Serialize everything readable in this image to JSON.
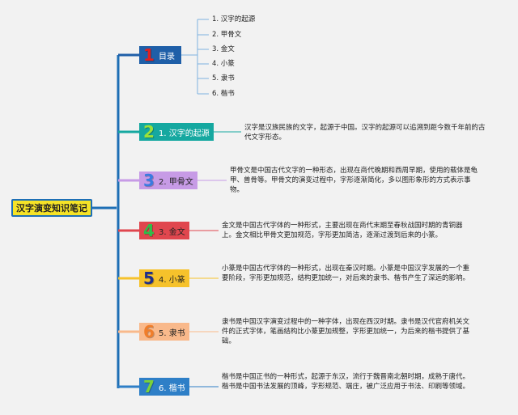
{
  "root": {
    "label": "汉字演变知识笔记"
  },
  "branches": [
    {
      "num": "1",
      "label": "目录",
      "color": "#1f5fa8",
      "num_color": "#e02020",
      "items": [
        "1. 汉字的起源",
        "2. 甲骨文",
        "3. 金文",
        "4. 小篆",
        "5. 隶书",
        "6. 楷书"
      ]
    },
    {
      "num": "2",
      "label": "1. 汉字的起源",
      "color": "#15a8a0",
      "num_color": "#9be13a",
      "desc": "汉字是汉族民族的文字，起源于中国。汉字的起源可以追溯到距今数千年前的古代文字形态。"
    },
    {
      "num": "3",
      "label": "2. 甲骨文",
      "color": "#c79be6",
      "num_color": "#3a7be0",
      "desc": "甲骨文是中国古代文字的一种形态，出现在商代晚期和西周早期，使用的载体是龟甲、兽骨等。甲骨文的演变过程中，字形逐渐简化，多以图形象形的方式表示事物。"
    },
    {
      "num": "4",
      "label": "3. 金文",
      "color": "#e0464e",
      "num_color": "#2fbe4a",
      "desc": "金文是中国古代字体的一种形式，主要出现在商代末期至春秋战国时期的青铜器上。金文相比甲骨文更加规范，字形更加简洁，逐渐过渡到后来的小篆。"
    },
    {
      "num": "5",
      "label": "4. 小篆",
      "color": "#f6c22b",
      "num_color": "#1e2f8a",
      "desc": "小篆是中国古代字体的一种形式，出现在秦汉时期。小篆是中国汉字发展的一个重要阶段，字形更加规范，结构更加统一，对后来的隶书、楷书产生了深远的影响。"
    },
    {
      "num": "6",
      "label": "5. 隶书",
      "color": "#f9b98b",
      "num_color": "#f07d2a",
      "desc": "隶书是中国汉字演变过程中的一种字体，出现在西汉时期。隶书是汉代官府机关文件的正式字体，笔画结构比小篆更加规整，字形更加统一，为后来的楷书提供了基础。"
    },
    {
      "num": "7",
      "label": "6. 楷书",
      "color": "#2e7fc7",
      "num_color": "#7bd23a",
      "desc": "楷书是中国正书的一种形式，起源于东汉，流行于魏晋南北朝时期，成熟于唐代。楷书是中国书法发展的顶峰，字形规范、端庄，被广泛应用于书法、印刷等领域。"
    }
  ]
}
